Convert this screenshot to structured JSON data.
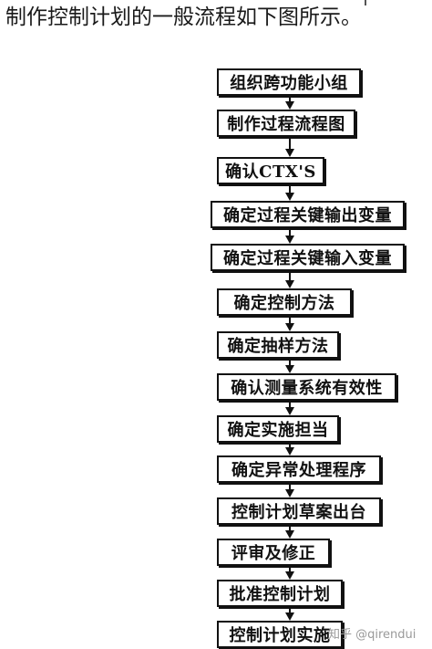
{
  "intro_text": "制作控制计划的一般流程如下图所示。",
  "flowchart": {
    "steps": [
      "组织跨功能小组",
      "制作过程流程图",
      "确认CTX'S",
      "确定过程关键输出变量",
      "确定过程关键输入变量",
      "确定控制方法",
      "确定抽样方法",
      "确认测量系统有效性",
      "确定实施担当",
      "确定异常处理程序",
      "控制计划草案出台",
      "评审及修正",
      "批准控制计划",
      "控制计划实施"
    ]
  },
  "watermark": "知乎 @qirendui"
}
